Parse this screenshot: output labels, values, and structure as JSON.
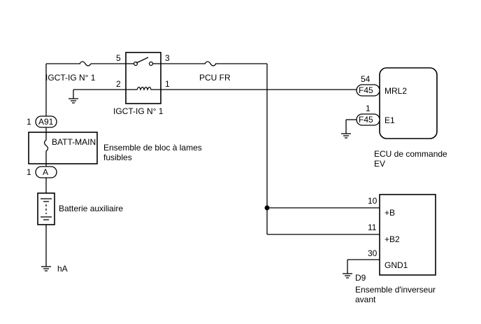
{
  "fuses": {
    "igct_ig_fuse": "IGCT-IG N° 1",
    "pcu_fr_fuse": "PCU FR"
  },
  "relay": {
    "label": "IGCT-IG N° 1",
    "pin_5": "5",
    "pin_3": "3",
    "pin_2": "2",
    "pin_1": "1"
  },
  "fuse_block": {
    "connector": "A91",
    "connector_pin": "1",
    "fuse": "BATT-MAIN",
    "name_line1": "Ensemble de bloc à lames",
    "name_line2": "fusibles",
    "bottom_connector": "A",
    "bottom_pin": "1"
  },
  "battery": {
    "label": "Batterie auxiliaire"
  },
  "ground_battery": {
    "label": "hA"
  },
  "ecu": {
    "name_line1": "ECU de commande",
    "name_line2": "EV",
    "mrl2_pin": "54",
    "mrl2_connector": "F45",
    "mrl2_terminal": "MRL2",
    "e1_pin": "1",
    "e1_connector": "F45",
    "e1_terminal": "E1"
  },
  "inverter": {
    "connector": "D9",
    "name_line1": "Ensemble d'inverseur",
    "name_line2": "avant",
    "b_pin": "10",
    "b_terminal": "+B",
    "b2_pin": "11",
    "b2_terminal": "+B2",
    "gnd_pin": "30",
    "gnd_terminal": "GND1"
  }
}
